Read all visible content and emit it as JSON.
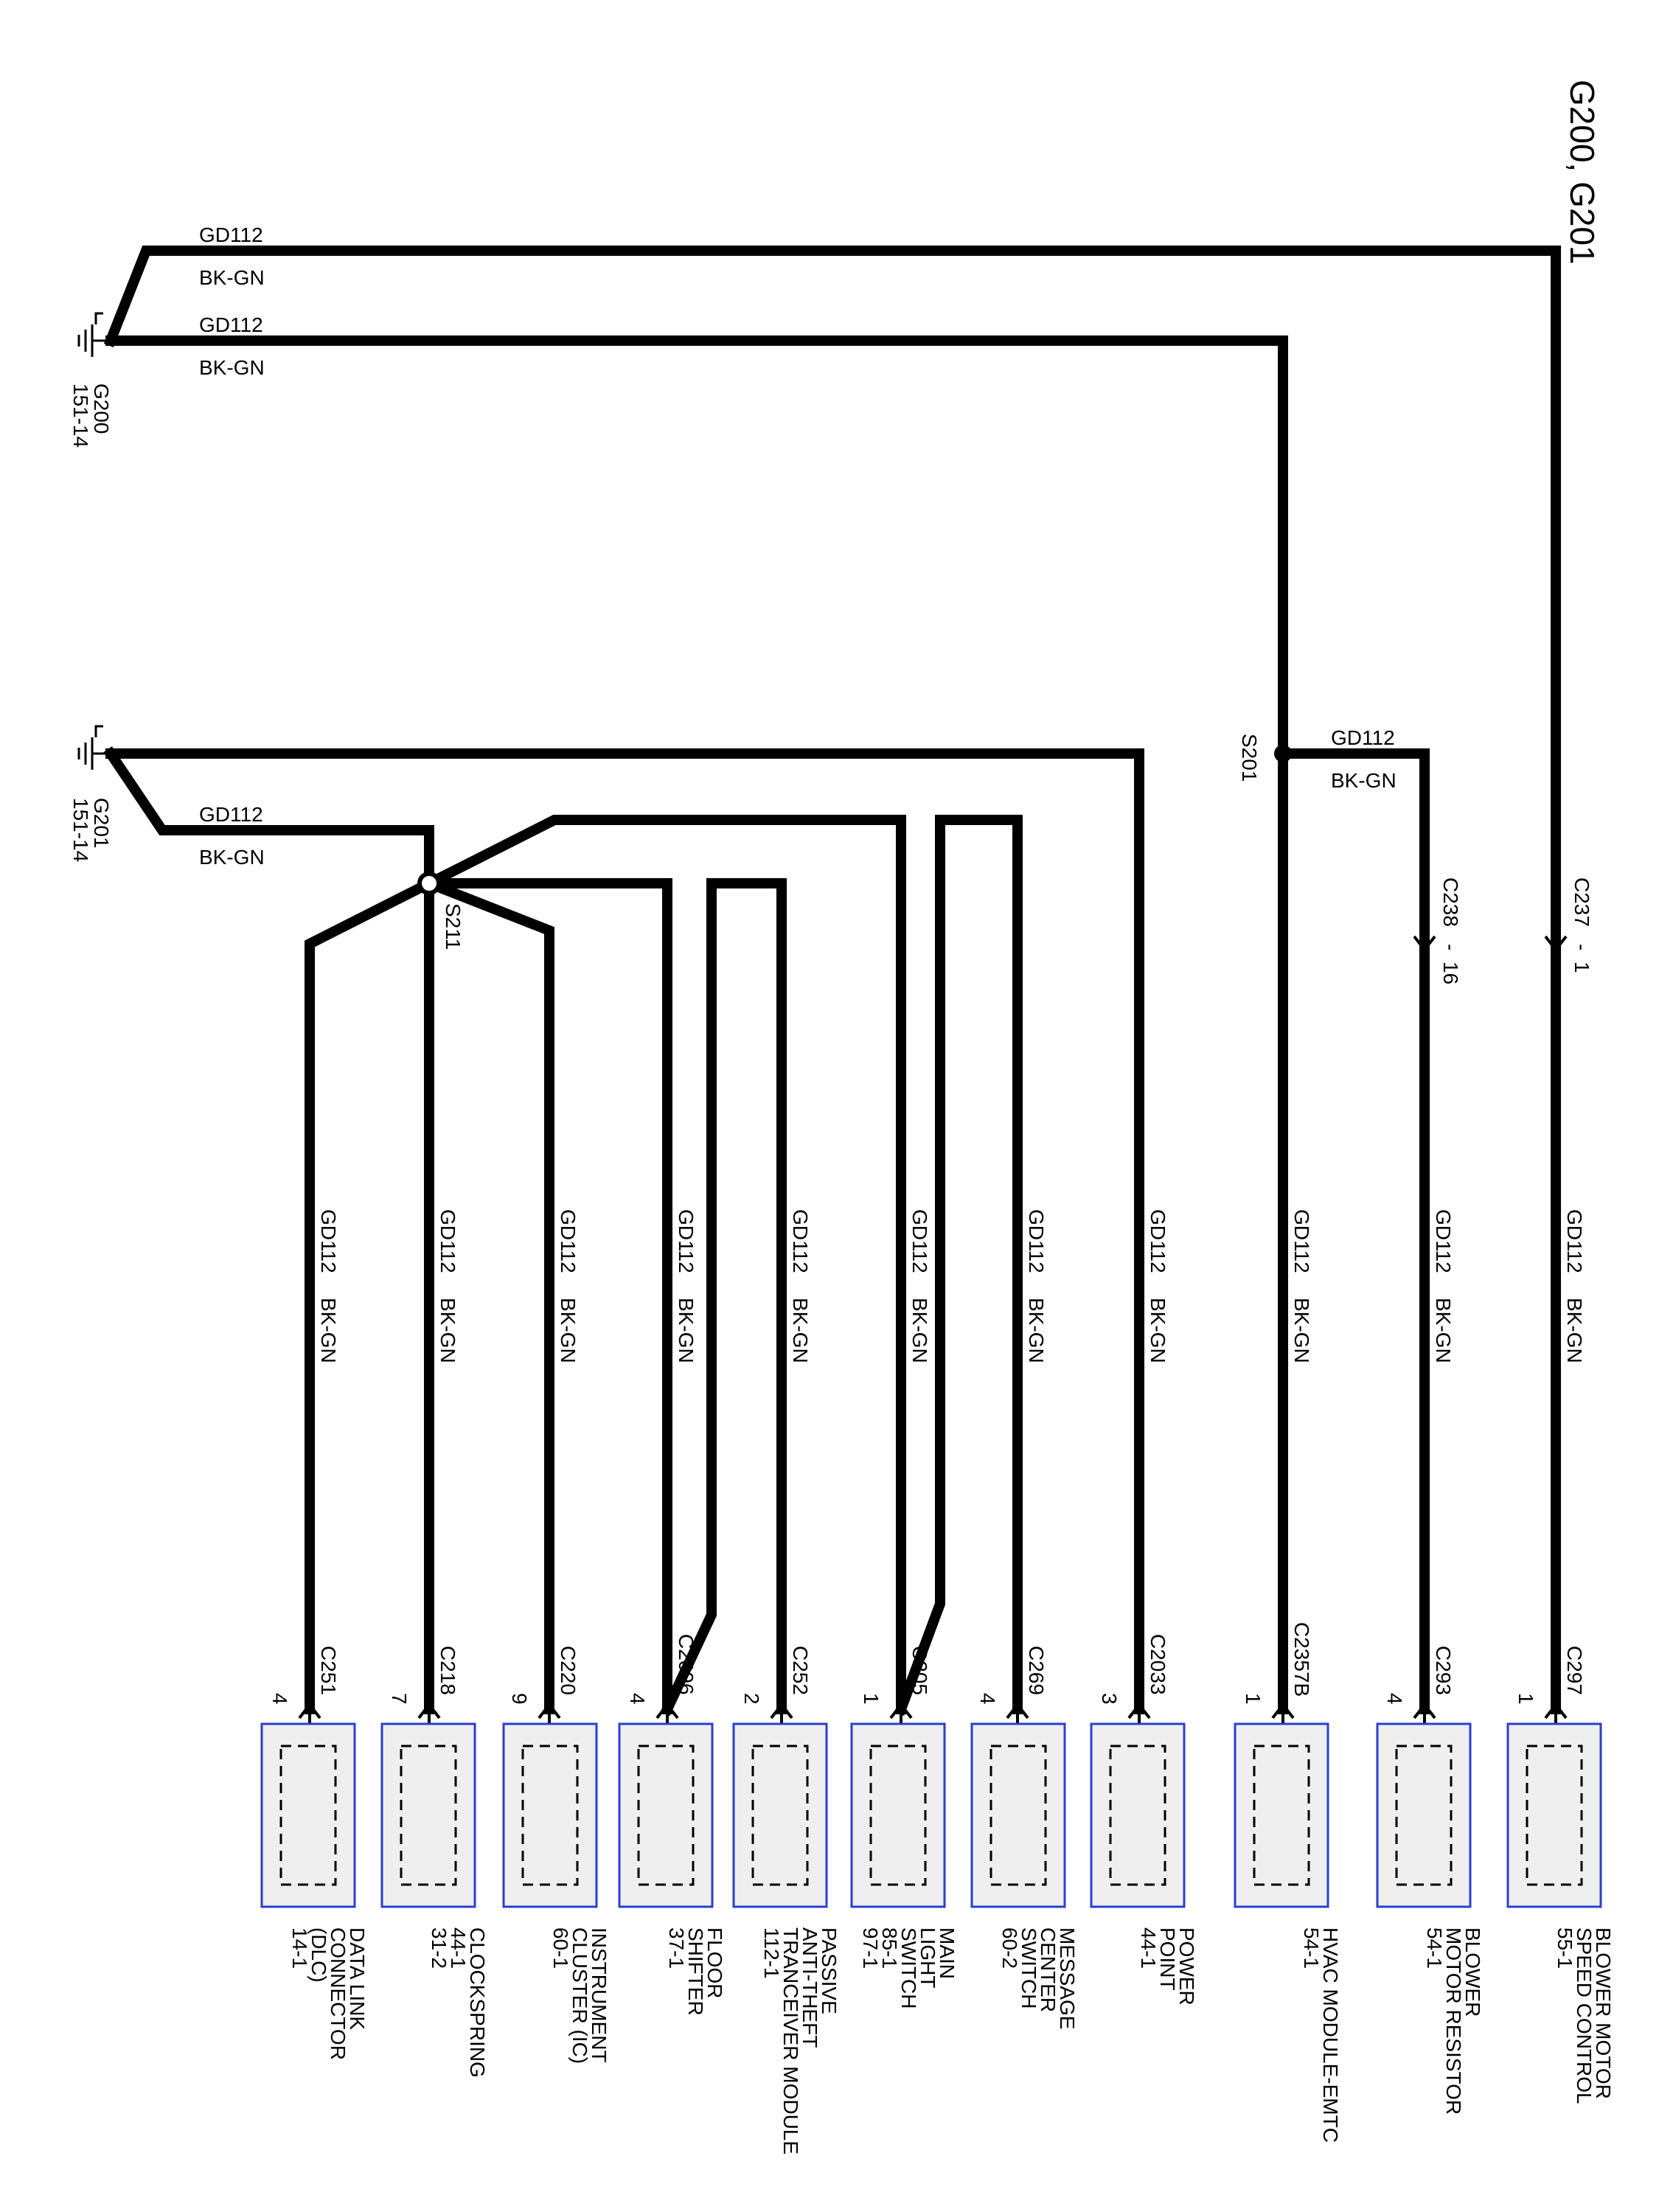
{
  "title": "G200, G201",
  "wire_codes": {
    "circuit": "GD112",
    "color": "BK-GN"
  },
  "grounds": [
    {
      "id": "G200",
      "ref": "151-14"
    },
    {
      "id": "G201",
      "ref": "151-14"
    }
  ],
  "splices": [
    {
      "id": "S201"
    },
    {
      "id": "S211"
    }
  ],
  "inline_connectors": [
    {
      "id": "C238",
      "pin": "16"
    },
    {
      "id": "C237",
      "pin": "1"
    }
  ],
  "components": [
    {
      "pin": "4",
      "connector": "C251",
      "lines": [
        "DATA LINK",
        "CONNECTOR",
        "(DLC)",
        "14-1"
      ]
    },
    {
      "pin": "7",
      "connector": "C218",
      "lines": [
        "CLOCKSPRING",
        "44-1",
        "31-2"
      ]
    },
    {
      "pin": "9",
      "connector": "C220",
      "lines": [
        "INSTRUMENT",
        "CLUSTER (IC)",
        "60-1"
      ]
    },
    {
      "pin": "4",
      "connector": "C2096",
      "lines": [
        "FLOOR",
        "SHIFTER",
        "37-1"
      ]
    },
    {
      "pin": "2",
      "connector": "C252",
      "lines": [
        "PASSIVE",
        "ANTI-THEFT",
        "TRANCEIVER MODULE",
        "112-1"
      ]
    },
    {
      "pin": "1",
      "connector": "C205",
      "lines": [
        "MAIN",
        "LIGHT",
        "SWITCH",
        "85-1",
        "97-1"
      ]
    },
    {
      "pin": "4",
      "connector": "C269",
      "lines": [
        "MESSAGE",
        "CENTER",
        "SWITCH",
        "60-2"
      ]
    },
    {
      "pin": "3",
      "connector": "C2033",
      "lines": [
        "POWER",
        "POINT",
        "44-1"
      ]
    },
    {
      "pin": "1",
      "connector": "C2357B",
      "lines": [
        "HVAC MODULE-EMTC",
        "54-1"
      ]
    },
    {
      "pin": "4",
      "connector": "C293",
      "lines": [
        "BLOWER",
        "MOTOR RESISTOR",
        "54-1"
      ]
    },
    {
      "pin": "1",
      "connector": "C297",
      "lines": [
        "BLOWER MOTOR",
        "SPEED CONTROL",
        "55-1"
      ]
    }
  ],
  "colors": {
    "box_border": "#2b3fd0",
    "box_fill": "#efefef",
    "wire": "#000000"
  }
}
